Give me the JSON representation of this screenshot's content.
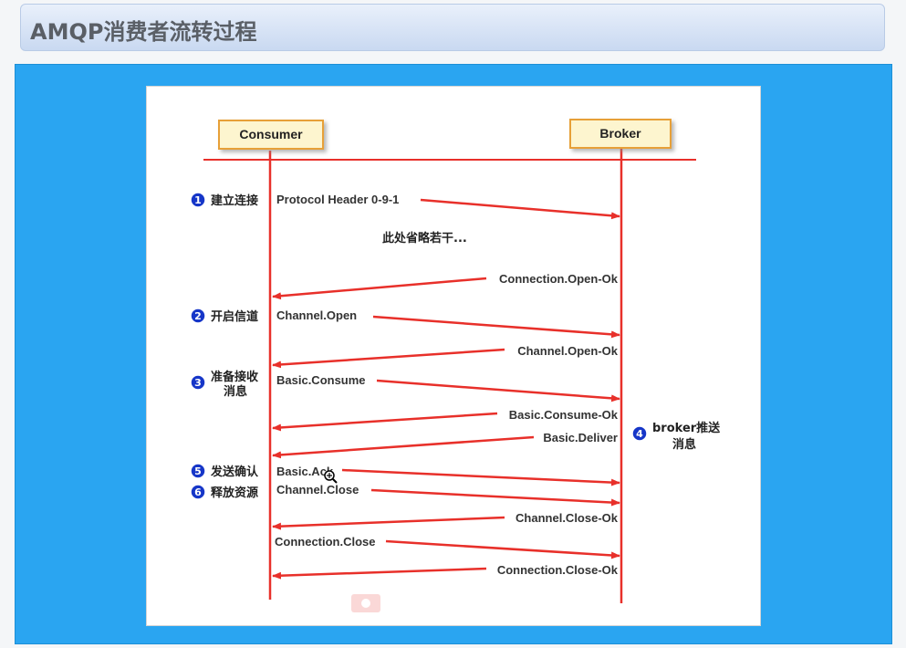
{
  "title": "AMQP消费者流转过程",
  "diagram": {
    "actors": {
      "consumer": "Consumer",
      "broker": "Broker"
    },
    "messages": [
      {
        "id": "m1",
        "label": "Protocol Header 0-9-1",
        "dir": "right"
      },
      {
        "id": "m2",
        "label": "Connection.Open-Ok",
        "dir": "left"
      },
      {
        "id": "m3",
        "label": "Channel.Open",
        "dir": "right"
      },
      {
        "id": "m4",
        "label": "Channel.Open-Ok",
        "dir": "left"
      },
      {
        "id": "m5",
        "label": "Basic.Consume",
        "dir": "right"
      },
      {
        "id": "m6",
        "label": "Basic.Consume-Ok",
        "dir": "left"
      },
      {
        "id": "m7",
        "label": "Basic.Deliver",
        "dir": "left"
      },
      {
        "id": "m8",
        "label": "Basic.Ack",
        "dir": "right"
      },
      {
        "id": "m9",
        "label": "Channel.Close",
        "dir": "right"
      },
      {
        "id": "m10",
        "label": "Channel.Close-Ok",
        "dir": "left"
      },
      {
        "id": "m11",
        "label": "Connection.Close",
        "dir": "right"
      },
      {
        "id": "m12",
        "label": "Connection.Close-Ok",
        "dir": "left"
      }
    ],
    "omitted_note": "此处省略若干...",
    "steps": [
      {
        "num": "1",
        "label": "建立连接"
      },
      {
        "num": "2",
        "label": "开启信道"
      },
      {
        "num": "3",
        "label": "准备接收",
        "label2": "消息"
      },
      {
        "num": "4",
        "label": "broker推送",
        "label2": "消息"
      },
      {
        "num": "5",
        "label": "发送确认"
      },
      {
        "num": "6",
        "label": "释放资源"
      }
    ]
  },
  "colors": {
    "panel": "#2aa5f1",
    "arrow": "#e8302a",
    "lifeline": "#e8302a",
    "actor_box": "#fdf5cf",
    "actor_border": "#e7a038",
    "badge": "#1636c8"
  }
}
